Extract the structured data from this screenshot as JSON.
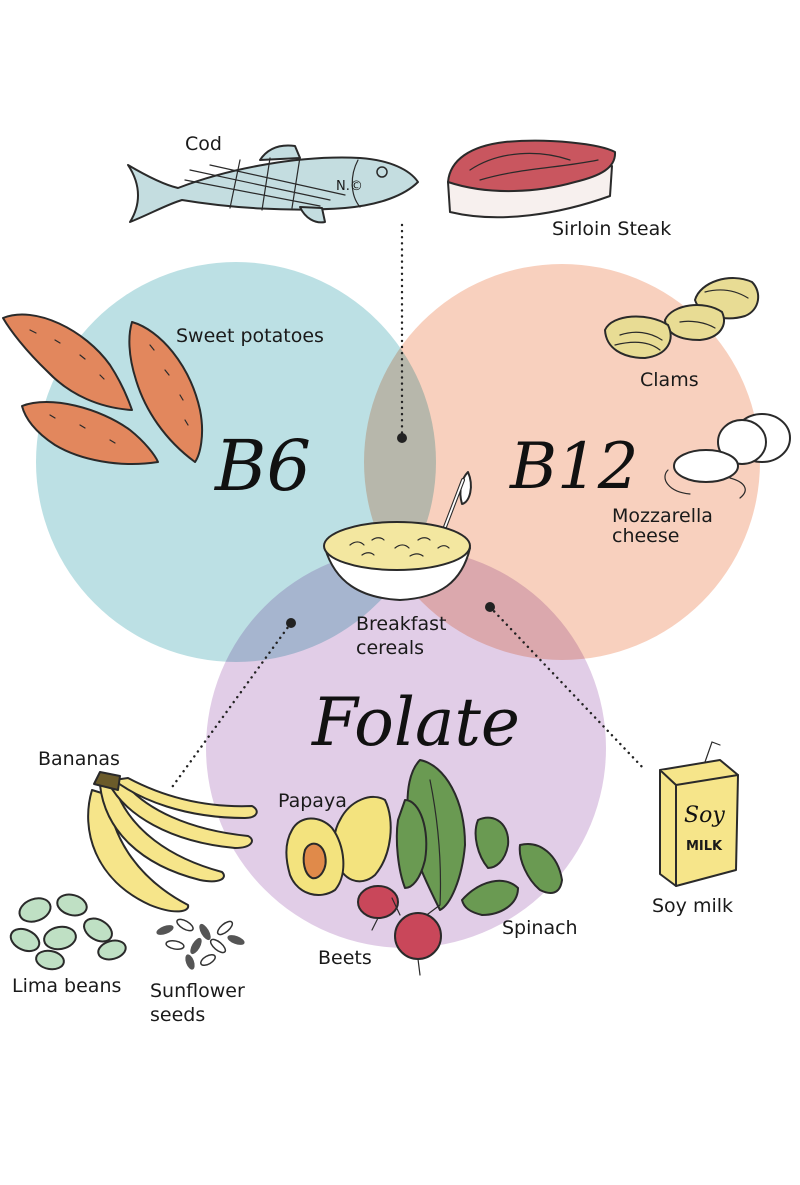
{
  "colors": {
    "b6": "#a9d8dc",
    "b12": "#f7c4ae",
    "folate": "#d9bfe0",
    "sweet_potato": "#e2875d",
    "banana": "#f6e58a",
    "papaya": "#f3e37e",
    "greens": "#6a9a52",
    "beet": "#c9475a",
    "steak": "#c9565f",
    "clams": "#e8dc94",
    "cod": "#c4dde0"
  },
  "circles": {
    "b6": {
      "title": "B6"
    },
    "b12": {
      "title": "B12"
    },
    "folate": {
      "title": "Folate"
    }
  },
  "foods": {
    "cod": "Cod",
    "sirloin": "Sirloin Steak",
    "sweet_potatoes": "Sweet potatoes",
    "clams": "Clams",
    "mozzarella_line1": "Mozzarella",
    "mozzarella_line2": "cheese",
    "breakfast_line1": "Breakfast",
    "breakfast_line2": "cereals",
    "bananas": "Bananas",
    "papaya": "Papaya",
    "spinach": "Spinach",
    "beets": "Beets",
    "lima_beans": "Lima beans",
    "sunflower_line1": "Sunflower",
    "sunflower_line2": "seeds",
    "soy_milk": "Soy milk"
  },
  "carton_text": {
    "line1": "Soy",
    "line2": "MILK"
  },
  "fish_text": "N.©"
}
